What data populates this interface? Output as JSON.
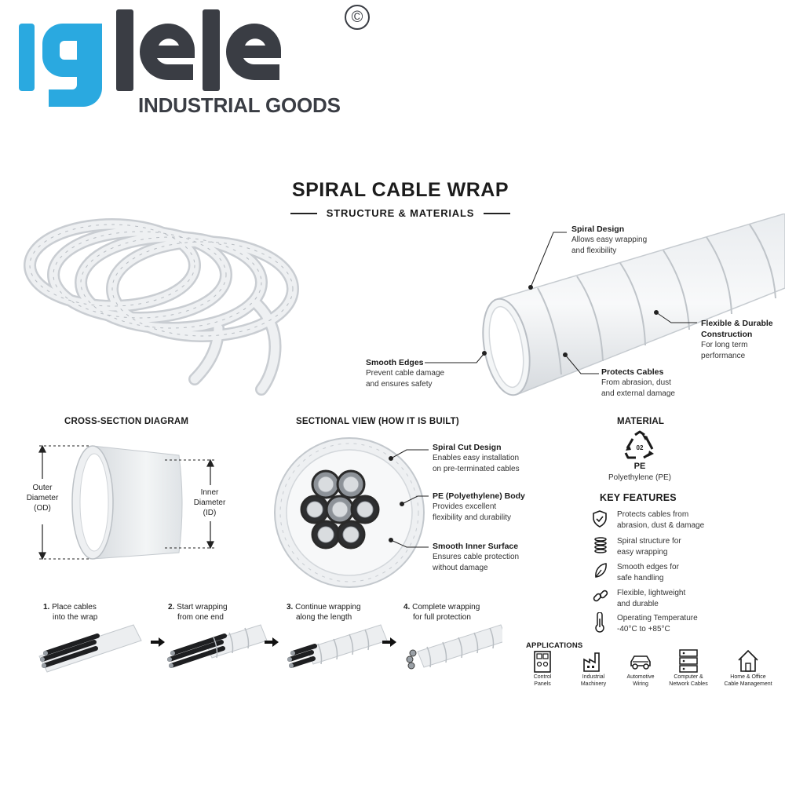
{
  "brand": {
    "logo_word": "iglele",
    "tagline": "INDUSTRIAL GOODS",
    "copyright_symbol": "©",
    "colors": {
      "accent": "#2aa9e0",
      "dark": "#3a3d44"
    }
  },
  "title": {
    "main": "SPIRAL CABLE WRAP",
    "sub": "STRUCTURE & MATERIALS"
  },
  "top_callouts": {
    "spiral_design": {
      "heading": "Spiral Design",
      "lines": [
        "Allows easy wrapping",
        "and flexibility"
      ]
    },
    "flexible": {
      "heading_lines": [
        "Flexible & Durable",
        "Construction"
      ],
      "lines": [
        "For long term",
        "performance"
      ]
    },
    "protects": {
      "heading": "Protects Cables",
      "lines": [
        "From abrasion, dust",
        "and external damage"
      ]
    },
    "smooth_edges": {
      "heading": "Smooth Edges",
      "lines": [
        "Prevent cable damage",
        "and ensures safety"
      ]
    }
  },
  "cross_section": {
    "heading": "CROSS-SECTION DIAGRAM",
    "outer_label": [
      "Outer",
      "Diameter",
      "(OD)"
    ],
    "inner_label": [
      "Inner",
      "Diameter",
      "(ID)"
    ]
  },
  "sectional_view": {
    "heading": "SECTIONAL VIEW (HOW IT IS BUILT)",
    "callouts": [
      {
        "heading": "Spiral Cut Design",
        "lines": [
          "Enables easy installation",
          "on pre-terminated cables"
        ]
      },
      {
        "heading": "PE (Polyethylene) Body",
        "lines": [
          "Provides excellent",
          "flexibility and durability"
        ]
      },
      {
        "heading": "Smooth Inner Surface",
        "lines": [
          "Ensures cable protection",
          "without damage"
        ]
      }
    ]
  },
  "material": {
    "heading": "MATERIAL",
    "recycle_code": "02",
    "code_name": "PE",
    "full_name": "Polyethylene (PE)"
  },
  "key_features": {
    "heading": "KEY FEATURES",
    "items": [
      {
        "icon": "shield-check-icon",
        "lines": [
          "Protects cables from",
          "abrasion, dust & damage"
        ]
      },
      {
        "icon": "coil-icon",
        "lines": [
          "Spiral structure for",
          "easy wrapping"
        ]
      },
      {
        "icon": "leaf-icon",
        "lines": [
          "Smooth edges for",
          "safe handling"
        ]
      },
      {
        "icon": "link-icon",
        "lines": [
          "Flexible, lightweight",
          "and durable"
        ]
      },
      {
        "icon": "thermometer-icon",
        "lines": [
          "Operating Temperature",
          "-40°C to +85°C"
        ]
      }
    ]
  },
  "steps": [
    {
      "num": "1.",
      "lines": [
        "Place cables",
        "into the wrap"
      ]
    },
    {
      "num": "2.",
      "lines": [
        "Start wrapping",
        "from one end"
      ]
    },
    {
      "num": "3.",
      "lines": [
        "Continue wrapping",
        "along the length"
      ]
    },
    {
      "num": "4.",
      "lines": [
        "Complete wrapping",
        "for full protection"
      ]
    }
  ],
  "applications": {
    "heading": "APPLICATIONS",
    "items": [
      {
        "icon": "control-panel-icon",
        "lines": [
          "Control",
          "Panels"
        ]
      },
      {
        "icon": "factory-icon",
        "lines": [
          "Industrial",
          "Machinery"
        ]
      },
      {
        "icon": "car-icon",
        "lines": [
          "Automotive",
          "Wiring"
        ]
      },
      {
        "icon": "server-icon",
        "lines": [
          "Computer &",
          "Network Cables"
        ]
      },
      {
        "icon": "house-icon",
        "lines": [
          "Home & Office",
          "Cable Management"
        ]
      }
    ]
  }
}
